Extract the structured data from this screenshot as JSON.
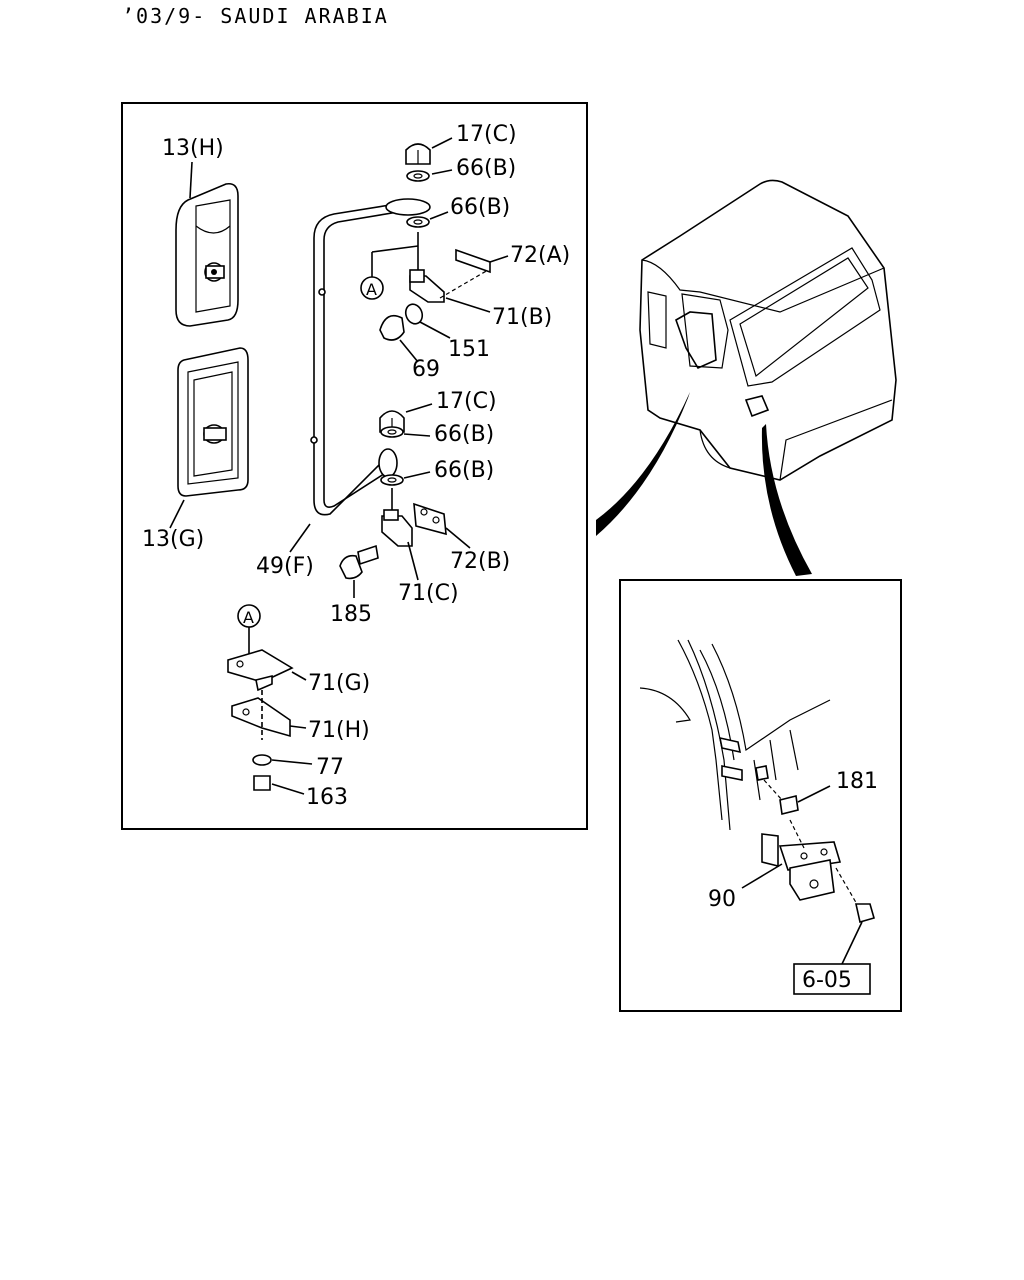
{
  "header": {
    "title": "’03/9- SAUDI ARABIA"
  },
  "callouts": {
    "mirror_top": "13(H)",
    "mirror_bottom": "13(G)",
    "cap_nut_top": "17(C)",
    "washer_top_a": "66(B)",
    "washer_top_b": "66(B)",
    "plate_top": "72(A)",
    "bracket_top": "71(B)",
    "oring": "151",
    "cap_nut_69": "69",
    "cap_nut_mid": "17(C)",
    "washer_mid_a": "66(B)",
    "washer_mid_b": "66(B)",
    "arm": "49(F)",
    "plate_mid": "72(B)",
    "bracket_mid": "71(C)",
    "bolt": "185",
    "bracket_g": "71(G)",
    "bracket_h": "71(H)",
    "washer_77": "77",
    "nut_163": "163",
    "ref_a_top": "A",
    "ref_a_bottom": "A",
    "spacer_181": "181",
    "bracket_90": "90",
    "section_ref": "6-05"
  }
}
